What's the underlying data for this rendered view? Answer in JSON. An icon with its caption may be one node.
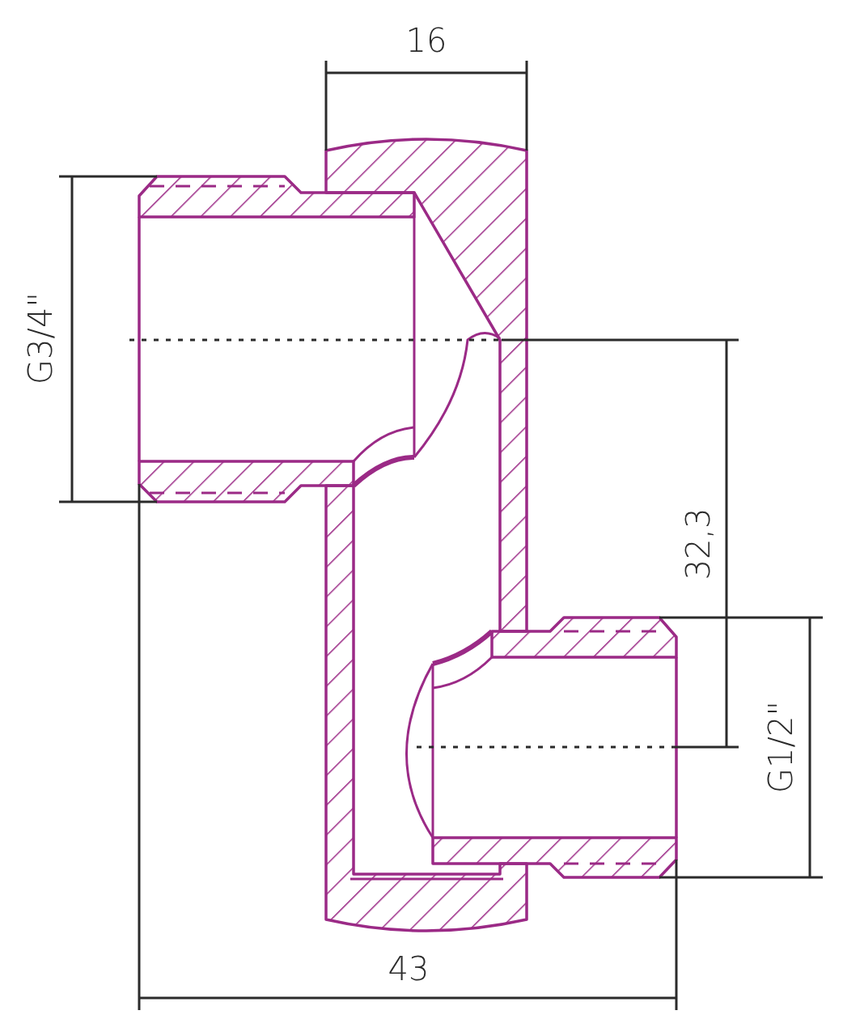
{
  "diagram": {
    "labels": [
      "16",
      "G3/4\"",
      "32,3",
      "G1/2\"",
      "43"
    ]
  }
}
